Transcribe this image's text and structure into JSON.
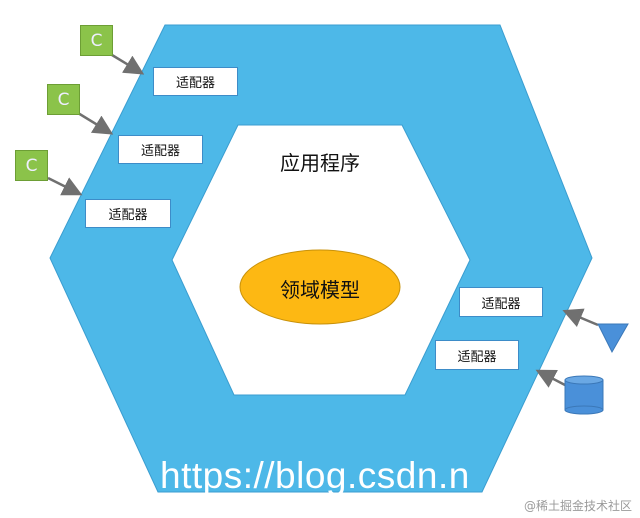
{
  "diagram": {
    "outer_label": "应用程序",
    "core_label": "领域模型",
    "adapter_label": "适配器",
    "adapters": [
      "适配器",
      "适配器",
      "适配器",
      "适配器",
      "适配器"
    ],
    "clients": [
      "C",
      "C",
      "C"
    ],
    "colors": {
      "outer": "#4db8e8",
      "core": "#fdb813",
      "client": "#8bc34a",
      "device": "#4a90d9"
    }
  },
  "watermarks": {
    "url": "https://blog.csdn.n",
    "site": "@稀土掘金技术社区"
  }
}
